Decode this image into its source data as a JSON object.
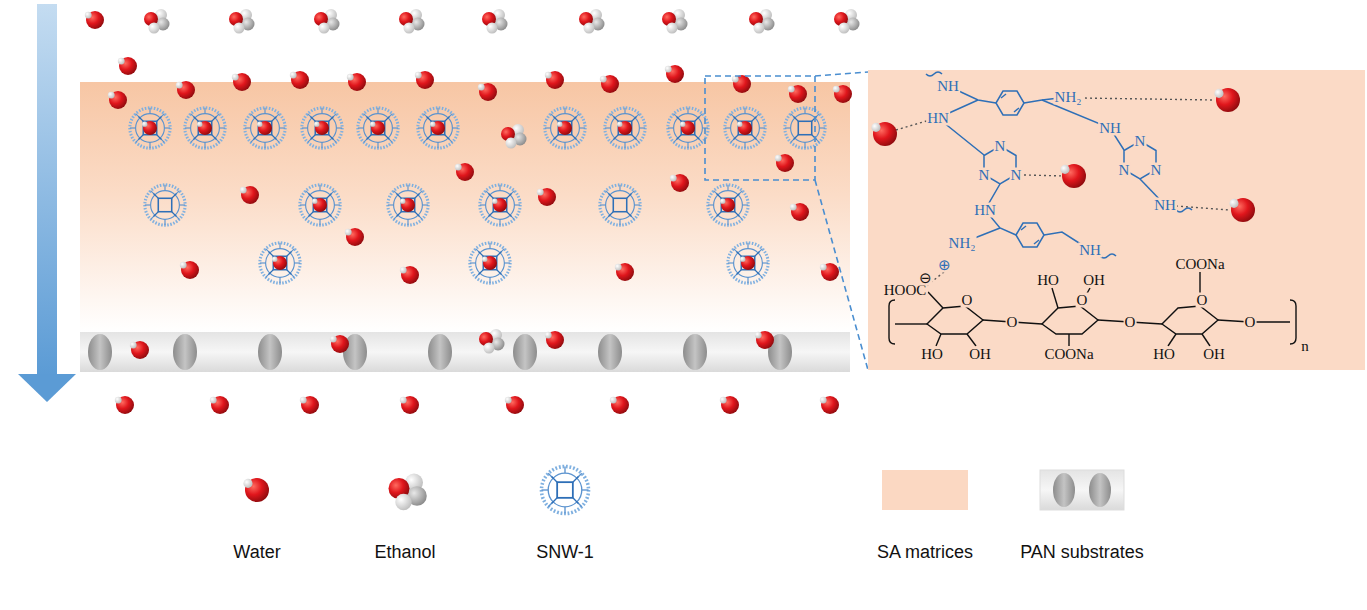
{
  "diagram": {
    "labels": [
      "NH",
      "NH₂",
      "HN",
      "NH",
      "N",
      "N",
      "N",
      "HN",
      "N",
      "N",
      "N",
      "NH",
      "NH₂",
      "⊕",
      "NH",
      "HOOC",
      "⊖",
      "HO",
      "OH",
      "COONa",
      "O",
      "O",
      "O",
      "O",
      "O",
      "O",
      "HO",
      "OH",
      "COONa",
      "HO",
      "OH",
      "n"
    ],
    "legend": [
      {
        "text": "Water"
      },
      {
        "text": "Ethanol"
      },
      {
        "text": "SNW-1"
      },
      {
        "text": "SA matrices",
        "color": "#fbd8c2"
      },
      {
        "text": "PAN substrates"
      }
    ]
  }
}
